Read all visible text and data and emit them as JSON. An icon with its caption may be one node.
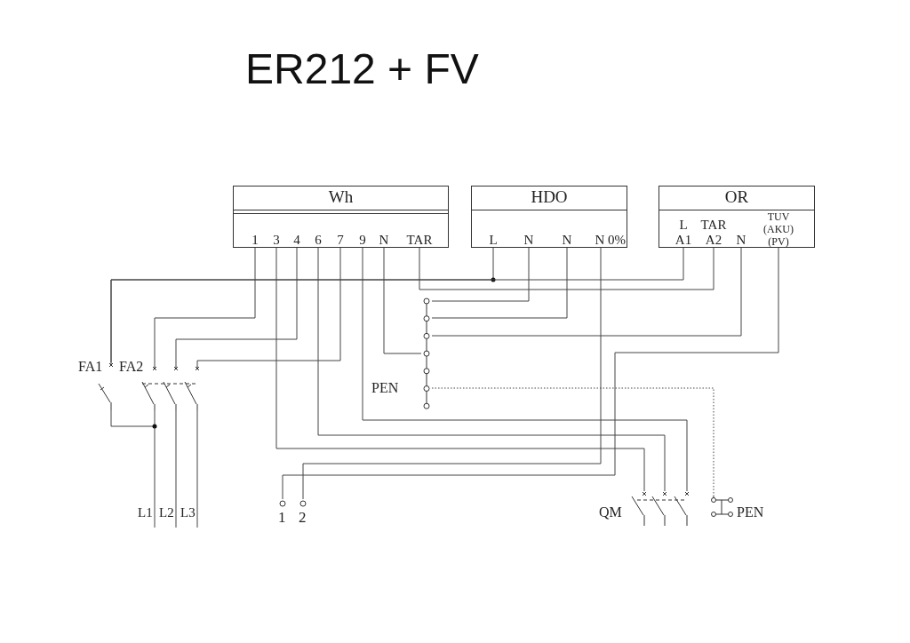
{
  "diagram": {
    "title": "ER212 + FV",
    "nodes": [
      {
        "text": [
          "Wh"
        ]
      },
      {
        "text": [
          "1"
        ],
        "in": 0
      },
      {
        "text": [
          "3"
        ],
        "in": 0
      },
      {
        "text": [
          "4"
        ],
        "in": 0
      },
      {
        "text": [
          "6"
        ],
        "in": 0
      },
      {
        "text": [
          "7"
        ],
        "in": 0
      },
      {
        "text": [
          "9"
        ],
        "in": 0
      },
      {
        "text": [
          "N"
        ],
        "in": 0
      },
      {
        "text": [
          "TAR"
        ],
        "in": 0
      },
      {
        "text": [
          "HDO"
        ]
      },
      {
        "text": [
          "L"
        ],
        "in": 9
      },
      {
        "text": [
          "N"
        ],
        "in": 9
      },
      {
        "text": [
          "N"
        ],
        "in": 9
      },
      {
        "text": [
          "N 0%"
        ],
        "in": 9
      },
      {
        "text": [
          "OR"
        ]
      },
      {
        "text": [
          "L",
          "A1"
        ],
        "in": 14
      },
      {
        "text": [
          "TAR",
          "A2"
        ],
        "in": 14
      },
      {
        "text": [
          "N"
        ],
        "in": 14
      },
      {
        "text": [
          "TUV (AKU) (PV)"
        ],
        "in": 14
      },
      {
        "text": [],
        "shape": "switch",
        "beside": [
          "FA1"
        ]
      },
      {
        "text": [],
        "shape": "switch",
        "beside": [
          "FA2"
        ]
      },
      {
        "text": [],
        "shape": "bar",
        "beside": [
          "PEN"
        ]
      },
      {
        "text": [],
        "shape": "switch",
        "beside": [
          "QM"
        ]
      },
      {
        "text": [],
        "shape": "switch",
        "beside": [
          "PEN"
        ]
      },
      {
        "text": [
          "1"
        ]
      },
      {
        "text": [
          "2"
        ]
      }
    ],
    "edges": [
      {
        "from": 1,
        "to": 20,
        "arrow": "none"
      },
      {
        "from": 3,
        "to": 20,
        "arrow": "none"
      },
      {
        "from": 5,
        "to": 20,
        "arrow": "none"
      },
      {
        "from": 2,
        "to": 22,
        "arrow": "none"
      },
      {
        "from": 4,
        "to": 22,
        "arrow": "none"
      },
      {
        "from": 6,
        "to": 22,
        "arrow": "none"
      },
      {
        "from": 19,
        "to": 10,
        "arrow": "none"
      },
      {
        "from": 19,
        "to": 15,
        "arrow": "none"
      },
      {
        "from": 8,
        "to": 16,
        "arrow": "none"
      },
      {
        "from": 7,
        "to": 21,
        "arrow": "none"
      },
      {
        "from": 11,
        "to": 21,
        "arrow": "none"
      },
      {
        "from": 12,
        "to": 21,
        "arrow": "none"
      },
      {
        "from": 17,
        "to": 21,
        "arrow": "none"
      },
      {
        "from": 21,
        "to": 23,
        "arrow": "none",
        "style": "dashed"
      },
      {
        "from": 13,
        "to": 25,
        "arrow": "none"
      },
      {
        "from": 18,
        "to": 24,
        "arrow": "none"
      },
      {
        "from": 20,
        "to": null,
        "arrow": "none",
        "label": "L1"
      },
      {
        "from": 20,
        "to": null,
        "arrow": "none",
        "label": "L2"
      },
      {
        "from": 20,
        "to": null,
        "arrow": "none",
        "label": "L3"
      },
      {
        "from": 19,
        "to": null,
        "arrow": "none"
      }
    ]
  }
}
